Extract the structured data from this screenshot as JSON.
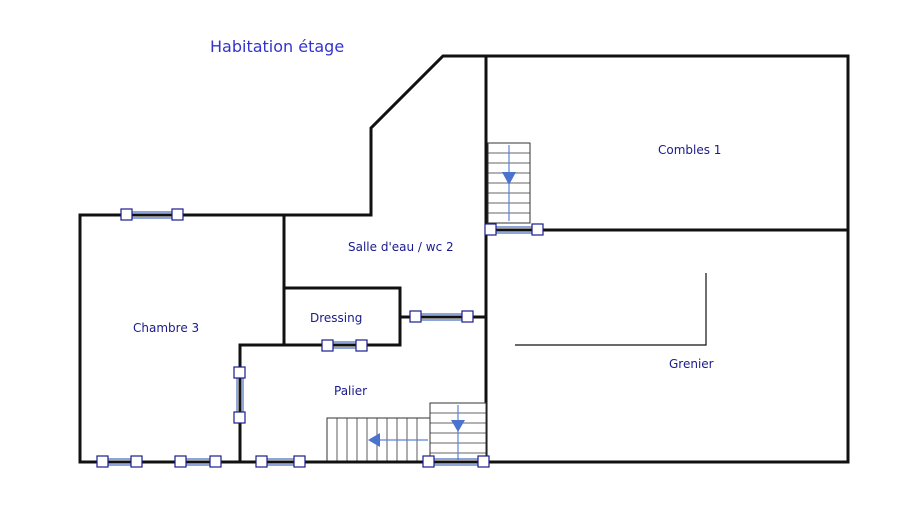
{
  "plan": {
    "title": "Habitation étage",
    "rooms": {
      "combles": "Combles 1",
      "salle_eau": "Salle d'eau / wc 2",
      "dressing": "Dressing",
      "chambre": "Chambre 3",
      "palier": "Palier",
      "grenier": "Grenier"
    }
  },
  "colors": {
    "wall": "#111111",
    "label_text": "#1a1a8c",
    "title_text": "#3333cc",
    "window": "#4a6fc4",
    "stair_arrow": "#4a72cf"
  },
  "icons": {
    "window": "window-icon",
    "stair": "stair-icon",
    "arrow_down": "arrow-down-icon",
    "arrow_left": "arrow-left-icon"
  }
}
